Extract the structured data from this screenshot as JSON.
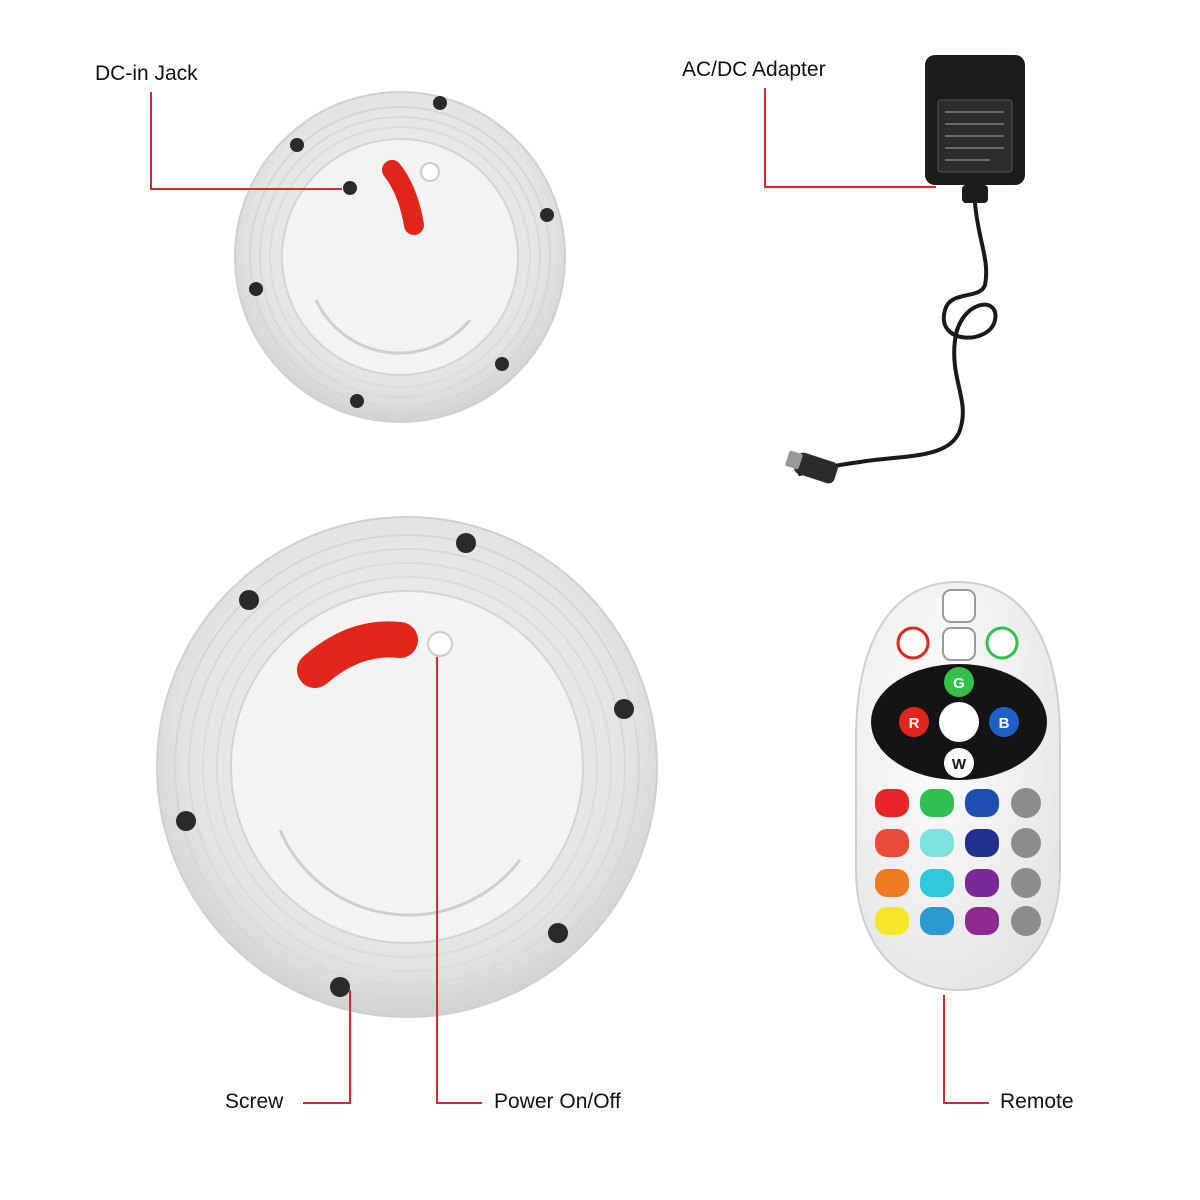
{
  "colors": {
    "leader": "#d8282c",
    "housing": "#e7e7e7",
    "housing_ring": "#cfcfcf",
    "panel": "#f4f4f4",
    "power_switch": "#e0251b",
    "screw": "#2a2a2a",
    "adapter": "#1c1c1c",
    "remote_body": "#fbfbfb"
  },
  "labels": {
    "dc_jack": "DC-in Jack",
    "adapter": "AC/DC Adapter",
    "screw": "Screw",
    "power": "Power On/Off",
    "remote": "Remote"
  },
  "remote": {
    "key_g": "G",
    "key_r": "R",
    "key_b": "B",
    "key_w": "W",
    "swatch_colors": [
      [
        "#e8262a",
        "#2fc050",
        "#1f4fb0"
      ],
      [
        "#ea4a3a",
        "#7fe0e0",
        "#21318f"
      ],
      [
        "#f07a22",
        "#2ec8d8",
        "#7a2a98"
      ],
      [
        "#f7e52a",
        "#2a9ad0",
        "#8e2a8e"
      ]
    ]
  }
}
